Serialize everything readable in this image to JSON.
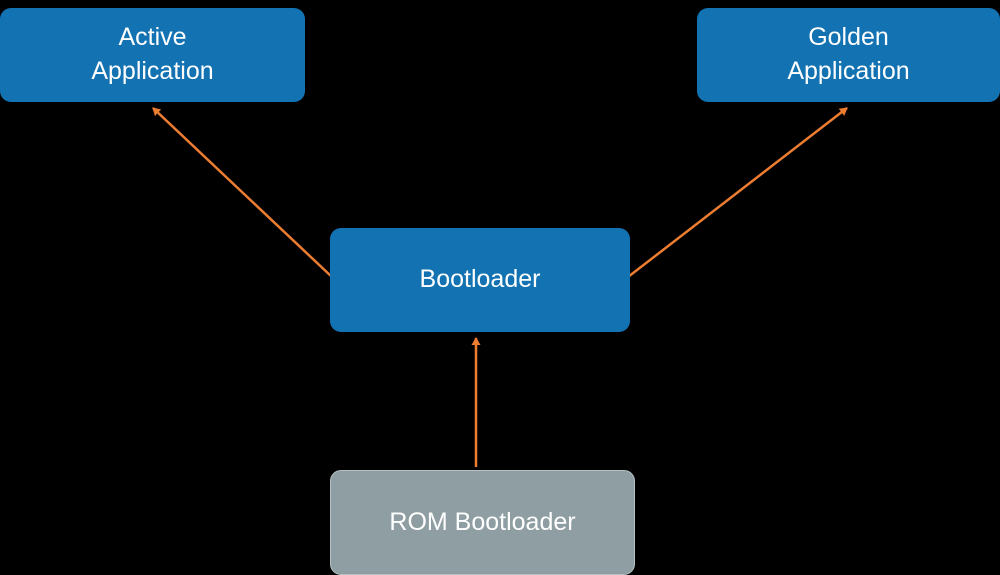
{
  "diagram": {
    "title": "Boot flow diagram",
    "background_color": "#000000",
    "colors": {
      "node_blue": "#1272B2",
      "node_gray": "#8E9EA3",
      "arrow_orange": "#ED7D31",
      "text": "#FFFFFF"
    },
    "nodes": [
      {
        "id": "active-application",
        "label": "Active\nApplication",
        "style": "blue"
      },
      {
        "id": "golden-application",
        "label": "Golden\nApplication",
        "style": "blue"
      },
      {
        "id": "bootloader",
        "label": "Bootloader",
        "style": "blue"
      },
      {
        "id": "rom-bootloader",
        "label": "ROM Bootloader",
        "style": "gray"
      }
    ],
    "edges": [
      {
        "from": "bootloader",
        "to": "active-application"
      },
      {
        "from": "bootloader",
        "to": "golden-application"
      },
      {
        "from": "rom-bootloader",
        "to": "bootloader"
      }
    ]
  }
}
